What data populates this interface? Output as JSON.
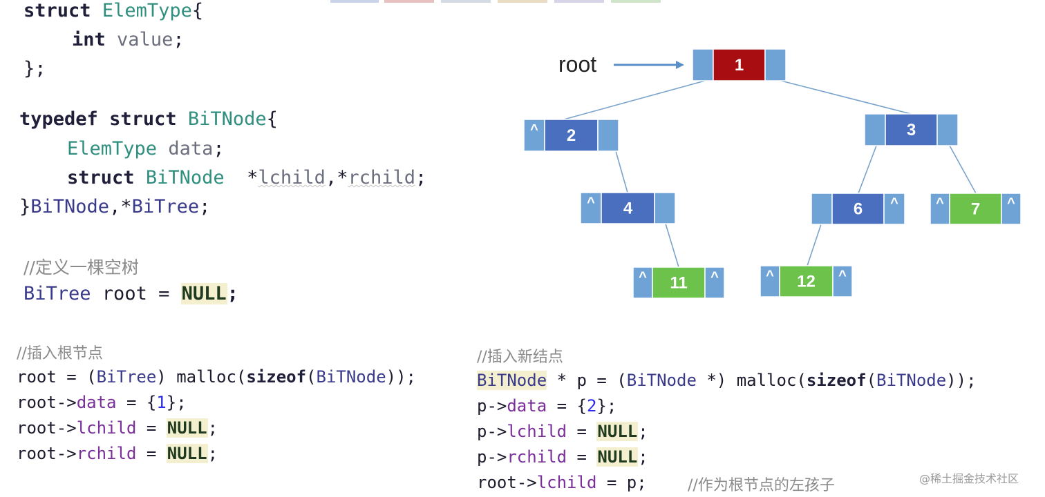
{
  "code_top": {
    "l1_kw": "struct",
    "l1_name": "ElemType",
    "l1_brace": "{",
    "l2_kw": "int",
    "l2_field": "value",
    "l2_semi": ";",
    "l3": "};",
    "l4_kw1": "typedef",
    "l4_kw2": "struct",
    "l4_name": "BiTNode",
    "l4_brace": "{",
    "l5_type": "ElemType",
    "l5_field": "data",
    "l5_semi": ";",
    "l6_kw": "struct",
    "l6_type": "BiTNode",
    "l6_p1": "*",
    "l6_f1": "lchild",
    "l6_comma": ",*",
    "l6_f2": "rchild",
    "l6_semi": ";",
    "l7_brace": "}",
    "l7_t1": "BiTNode",
    "l7_comma": ",*",
    "l7_t2": "BiTree",
    "l7_semi": ";",
    "c1": "//定义一棵空树",
    "l8_type": "BiTree",
    "l8_rest": " root = ",
    "l8_null": "NULL",
    "l8_semi": ";"
  },
  "code_bl": {
    "c": "//插入根节点",
    "a1": "root = (",
    "a2": "BiTree",
    "a3": ") malloc(",
    "a4": "sizeof",
    "a5": "(",
    "a6": "BiTNode",
    "a7": "));",
    "b1": "root->",
    "b2": "data",
    "b3": " = {",
    "b4": "1",
    "b5": "};",
    "c1": "root->",
    "c2": "lchild",
    "c3": " = ",
    "c4": "NULL",
    "c5": ";",
    "d1": "root->",
    "d2": "rchild",
    "d3": " = ",
    "d4": "NULL",
    "d5": ";"
  },
  "code_br": {
    "c": "//插入新结点",
    "a1": "BiTNode",
    "a2": " * p = (",
    "a3": "BiTNode",
    "a4": " *) malloc(",
    "a5": "sizeof",
    "a6": "(",
    "a7": "BiTNode",
    "a8": "));",
    "b1": "p->",
    "b2": "data",
    "b3": " = {",
    "b4": "2",
    "b5": "};",
    "c1": "p->",
    "c2": "lchild",
    "c3": " = ",
    "c4": "NULL",
    "c5": ";",
    "d1": "p->",
    "d2": "rchild",
    "d3": " = ",
    "d4": "NULL",
    "d5": ";",
    "e1": "root->",
    "e2": "lchild",
    "e3": " = p;",
    "e4": "//作为根节点的左孩子"
  },
  "tree": {
    "root_label": "root",
    "null_mark": "^",
    "nodes": [
      {
        "id": "n1",
        "value": "1",
        "color": "#a80d12",
        "left_null": false,
        "right_null": false
      },
      {
        "id": "n2",
        "value": "2",
        "color": "#4a6fbf",
        "left_null": true,
        "right_null": false
      },
      {
        "id": "n3",
        "value": "3",
        "color": "#4a6fbf",
        "left_null": false,
        "right_null": false
      },
      {
        "id": "n4",
        "value": "4",
        "color": "#4a6fbf",
        "left_null": true,
        "right_null": false
      },
      {
        "id": "n6",
        "value": "6",
        "color": "#4a6fbf",
        "left_null": false,
        "right_null": true
      },
      {
        "id": "n7",
        "value": "7",
        "color": "#6cc24a",
        "left_null": true,
        "right_null": true
      },
      {
        "id": "n11",
        "value": "11",
        "color": "#6cc24a",
        "left_null": true,
        "right_null": true
      },
      {
        "id": "n12",
        "value": "12",
        "color": "#6cc24a",
        "left_null": true,
        "right_null": true
      }
    ],
    "edges": [
      [
        "n1",
        "n2"
      ],
      [
        "n1",
        "n3"
      ],
      [
        "n2",
        "n4"
      ],
      [
        "n4",
        "n11"
      ],
      [
        "n3",
        "n6"
      ],
      [
        "n3",
        "n7"
      ],
      [
        "n6",
        "n12"
      ]
    ],
    "pointer_color": "#6fa3d6",
    "arrow_color": "#5b8fc7"
  },
  "watermark": "@稀土掘金技术社区"
}
